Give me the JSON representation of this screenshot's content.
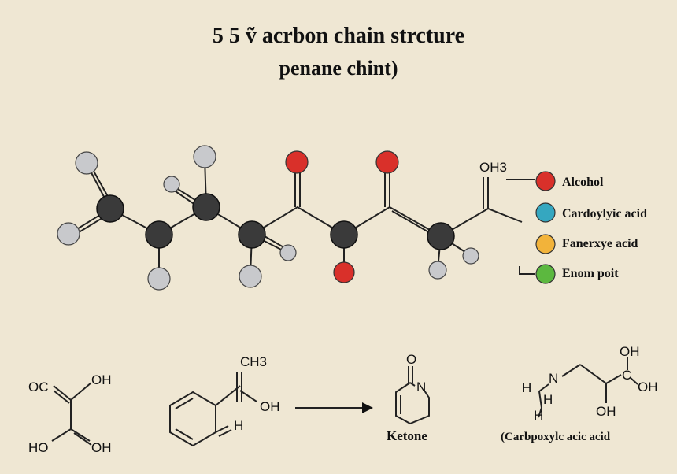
{
  "title": {
    "line1": "5 5 ṽ acrbon chain strcture",
    "line2": "penane chint)"
  },
  "main_molecule": {
    "oh3_label": "OH3"
  },
  "legend": [
    {
      "label": "Alcohol",
      "color": "#d9302a"
    },
    {
      "label": "Cardoylyic acid",
      "color": "#35a7c0"
    },
    {
      "label": "Fanerxye acid",
      "color": "#f2b33a"
    },
    {
      "label": "Enom poit",
      "color": "#5cb83f"
    }
  ],
  "bottom": {
    "mol1": {
      "oc": "OC",
      "oh_top": "OH",
      "ho": "HO",
      "oh_bottom": "OH"
    },
    "mol2": {
      "ch3": "CH3",
      "oh": "OH",
      "h": "H"
    },
    "mol3": {
      "o": "O",
      "n": "N",
      "caption": "Ketone"
    },
    "mol4": {
      "oh_top": "OH",
      "c": "C",
      "oh_right": "OH",
      "oh_bottom": "OH",
      "n": "N",
      "h1": "H",
      "h2": "H",
      "h3": "H",
      "caption": "(Carbpoxylc acic acid"
    }
  }
}
